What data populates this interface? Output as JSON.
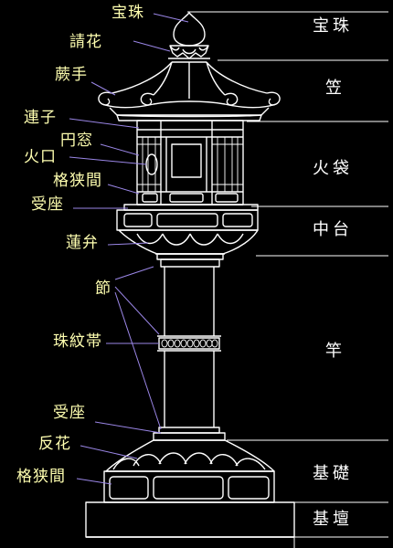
{
  "colors": {
    "background": "#000000",
    "drawing": "#ffffff",
    "part_label": "#ffffb0",
    "leader": "#9a86e6",
    "section_line": "#ffffff"
  },
  "part_labels": {
    "hoju": "宝珠",
    "ukebana": "請花",
    "warabite": "蕨手",
    "renji": "連子",
    "enso": "円窓",
    "higuchi": "火口",
    "koshama_upper": "格狭間",
    "ukeza_upper": "受座",
    "renben": "蓮弁",
    "fushi": "節",
    "jumontai": "珠紋帯",
    "ukeza_lower": "受座",
    "kaeribana": "反花",
    "koshama_lower": "格狭間"
  },
  "section_labels": {
    "hoju": "宝珠",
    "kasa": "笠",
    "hibukuro": "火袋",
    "chudai": "中台",
    "sao": "竿",
    "kiso": "基礎",
    "kidan": "基壇"
  }
}
